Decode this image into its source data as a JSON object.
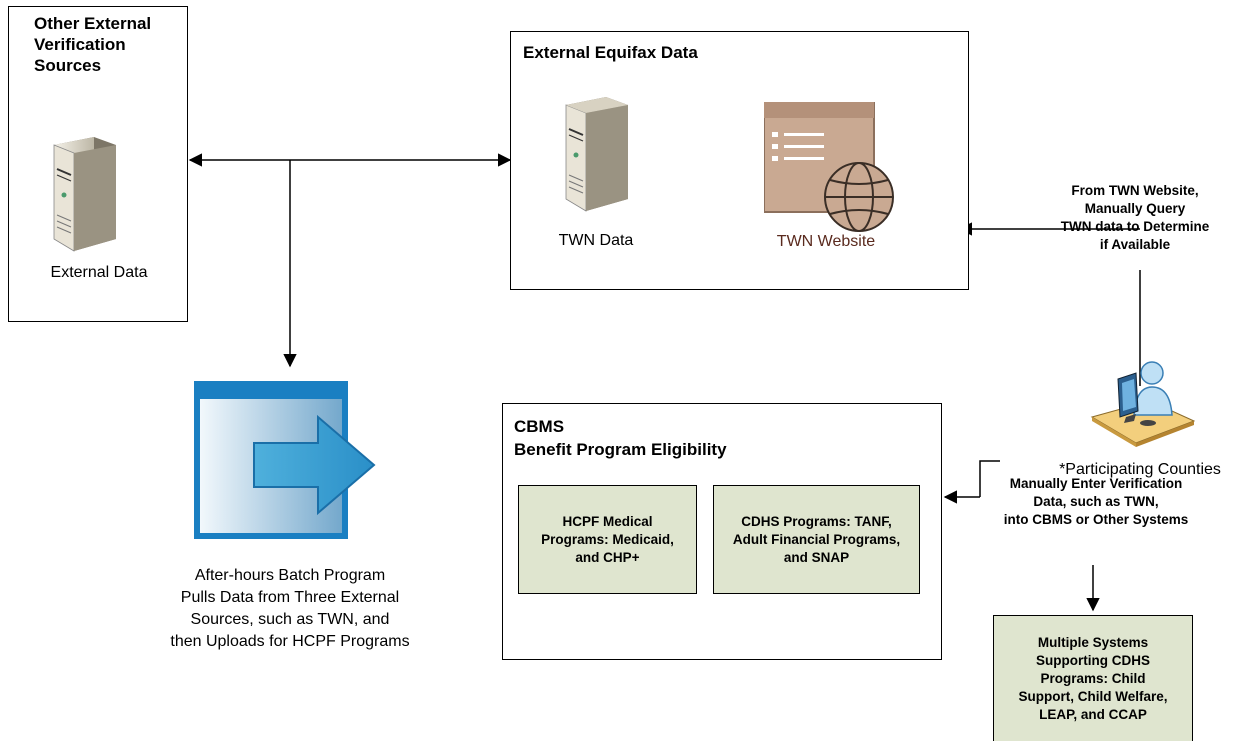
{
  "boxes": {
    "other_external": {
      "title": "Other External\nVerification\nSources",
      "label": "External Data"
    },
    "equifax": {
      "title": "External Equifax Data",
      "twn_data_label": "TWN Data",
      "twn_website_label": "TWN Website"
    },
    "cbms": {
      "title": "CBMS\nBenefit Program Eligibility",
      "hcpf": "HCPF Medical\nPrograms: Medicaid,\nand CHP+",
      "cdhs": "CDHS Programs: TANF,\nAdult Financial Programs,\nand SNAP"
    }
  },
  "batch_label": "After-hours Batch Program\nPulls Data from Three External\nSources, such as TWN, and\nthen Uploads for HCPF Programs",
  "notes": {
    "query": "From TWN Website,\nManually Query\nTWN data to Determine\nif Available",
    "counties": "*Participating Counties",
    "enter": "Manually Enter Verification\nData, such as TWN,\ninto CBMS or Other Systems",
    "multiple": "Multiple Systems\nSupporting CDHS\nPrograms: Child\nSupport, Child Welfare,\nLEAP, and CCAP"
  },
  "icons": [
    "server-icon",
    "server-icon",
    "website-globe-icon",
    "batch-program-icon",
    "worker-at-computer-icon"
  ],
  "colors": {
    "website_label": "#5a2a1e",
    "green_fill": "#dfe5cf",
    "batch_blue": "#1a7fc2"
  }
}
